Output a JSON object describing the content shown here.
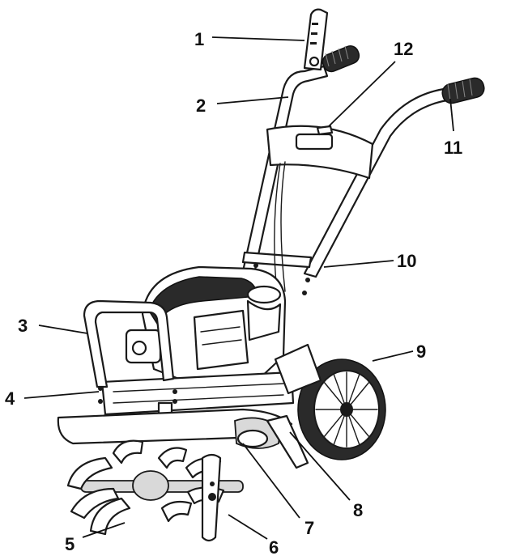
{
  "callouts": [
    {
      "id": "1",
      "label": "1"
    },
    {
      "id": "2",
      "label": "2"
    },
    {
      "id": "3",
      "label": "3"
    },
    {
      "id": "4",
      "label": "4"
    },
    {
      "id": "5",
      "label": "5"
    },
    {
      "id": "6",
      "label": "6"
    },
    {
      "id": "7",
      "label": "7"
    },
    {
      "id": "8",
      "label": "8"
    },
    {
      "id": "9",
      "label": "9"
    },
    {
      "id": "10",
      "label": "10"
    },
    {
      "id": "11",
      "label": "11"
    },
    {
      "id": "12",
      "label": "12"
    }
  ],
  "colors": {
    "line": "#1a1a1a",
    "background": "#ffffff",
    "dark_fill": "#2a2a2a"
  }
}
